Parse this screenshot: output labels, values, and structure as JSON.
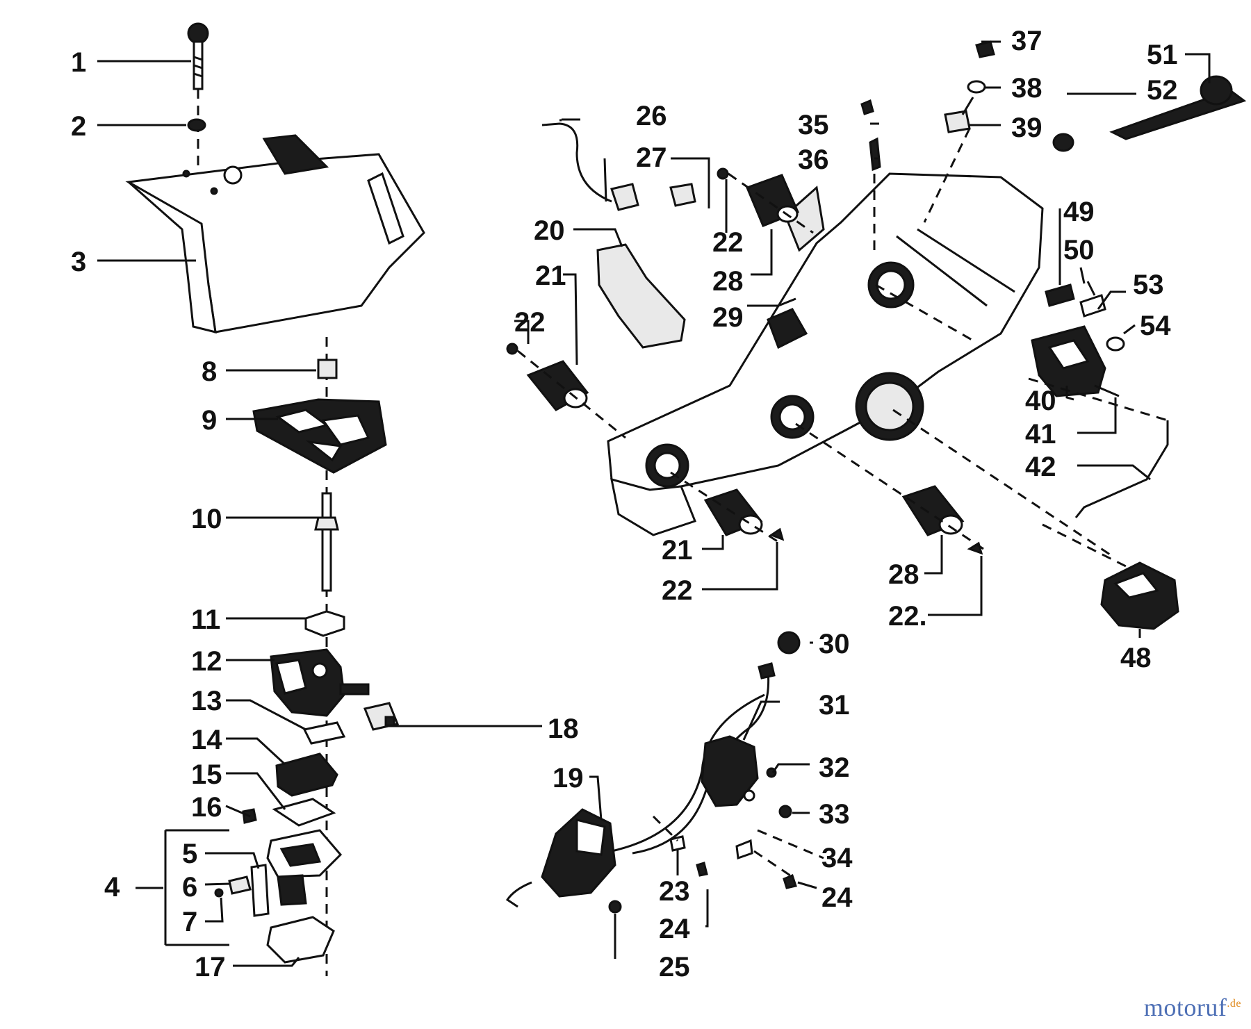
{
  "labels": {
    "l1": "1",
    "l2": "2",
    "l3": "3",
    "l4": "4",
    "l5": "5",
    "l6": "6",
    "l7": "7",
    "l8": "8",
    "l9": "9",
    "l10": "10",
    "l11": "11",
    "l12": "12",
    "l13": "13",
    "l14": "14",
    "l15": "15",
    "l16": "16",
    "l17": "17",
    "l18": "18",
    "l19": "19",
    "l20": "20",
    "l21a": "21",
    "l21b": "21",
    "l22a": "22",
    "l22b": "22",
    "l22c": "22",
    "l22d": "22.",
    "l23": "23",
    "l24a": "24",
    "l24b": "24",
    "l25": "25",
    "l26": "26",
    "l27": "27",
    "l28a": "28",
    "l28b": "28",
    "l29": "29",
    "l30": "30",
    "l31": "31",
    "l32": "32",
    "l33": "33",
    "l34": "34",
    "l35": "35",
    "l36": "36",
    "l37": "37",
    "l38": "38",
    "l39": "39",
    "l40": "40",
    "l41": "41",
    "l42": "42",
    "l48": "48",
    "l49": "49",
    "l50": "50",
    "l51": "51",
    "l52": "52",
    "l53": "53",
    "l54": "54"
  },
  "watermark": {
    "main": "motoruf",
    "tld": ".de"
  },
  "colors": {
    "ink": "#111111",
    "watermark_blue": "#4d6fb5",
    "watermark_orange": "#e08a1e"
  }
}
